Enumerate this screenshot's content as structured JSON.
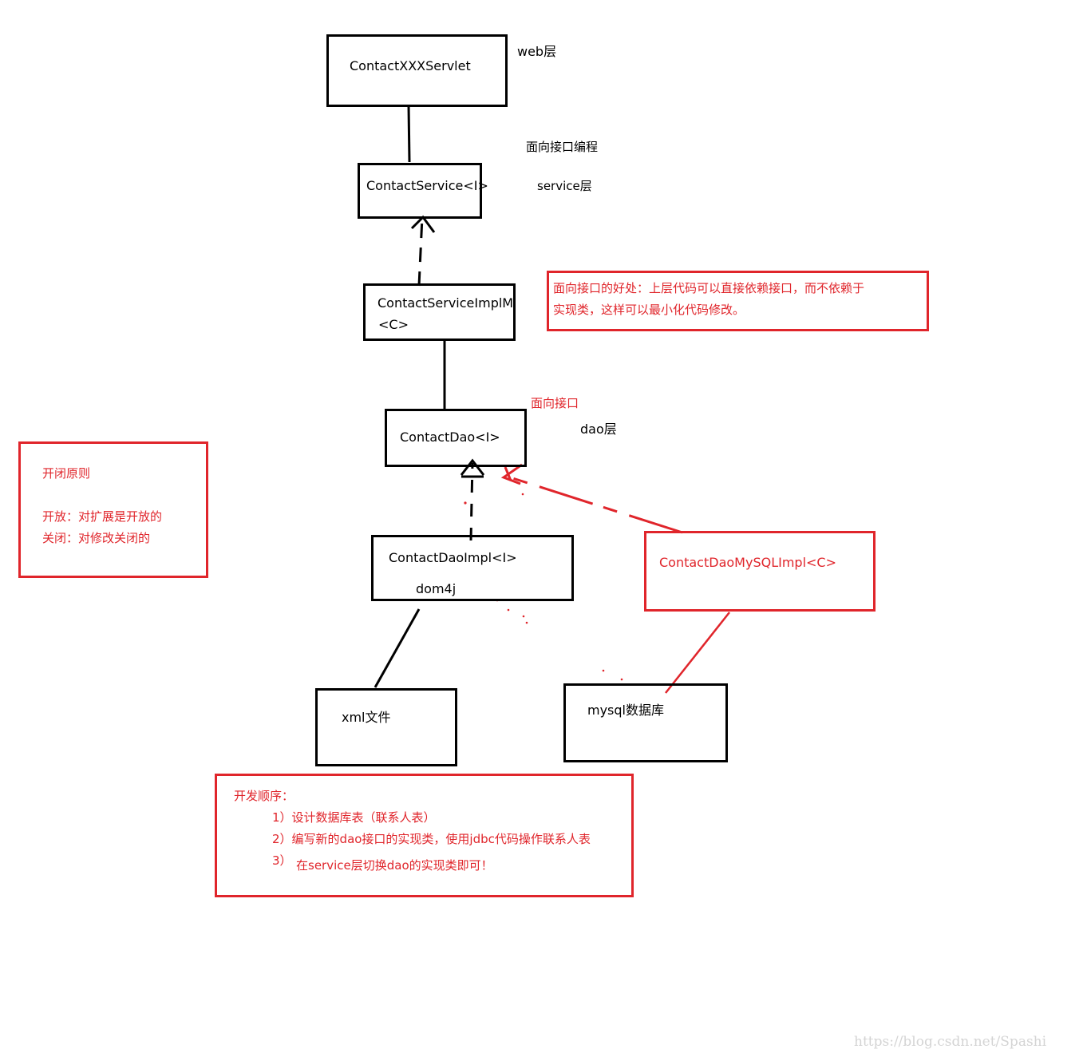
{
  "nodes": {
    "servlet": "ContactXXXServlet",
    "service": "ContactService<I>",
    "service_impl_line1": "ContactServiceImplM",
    "service_impl_line2": "<C>",
    "dao": "ContactDao<I>",
    "dao_impl": "ContactDaoImpl<I>",
    "dao_impl_sub": "dom4j",
    "dao_mysql_impl": "ContactDaoMySQLImpl<C>",
    "xml_file": "xml文件",
    "mysql_db": "mysql数据库"
  },
  "labels": {
    "web_layer": "web层",
    "interface_programming": "面向接口编程",
    "service_layer": "service层",
    "interface_oriented": "面向接口",
    "dao_layer": "dao层"
  },
  "notes": {
    "benefit_line1": "面向接口的好处：上层代码可以直接依赖接口，而不依赖于",
    "benefit_line2": "实现类，这样可以最小化代码修改。",
    "ocp_title": "开闭原则",
    "ocp_open": "开放：对扩展是开放的",
    "ocp_close": "关闭：对修改关闭的",
    "dev_title": "开发顺序：",
    "dev_step1": "1）设计数据库表（联系人表）",
    "dev_step2": "2）编写新的dao接口的实现类，使用jdbc代码操作联系人表",
    "dev_step3_num": "3）",
    "dev_step3_text": "在service层切换dao的实现类即可！"
  },
  "watermark": "https://blog.csdn.net/Spashi",
  "colors": {
    "black": "#000000",
    "red": "#e0252b",
    "watermark": "#d4d4d4"
  }
}
